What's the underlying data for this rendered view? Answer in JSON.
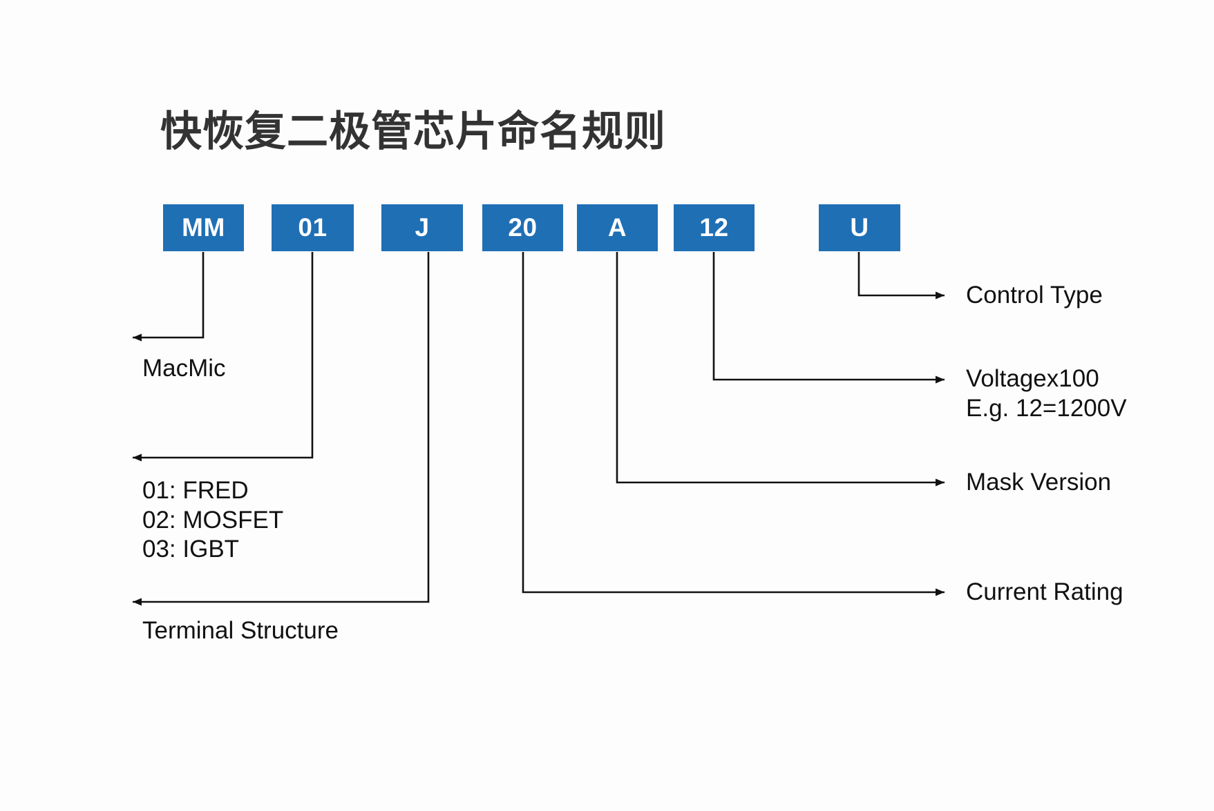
{
  "title": "快恢复二极管芯片命名规则",
  "colors": {
    "box_blue": "#1F6FB5",
    "box_text": "#FFFFFF",
    "line": "#111111",
    "title_text": "#333333",
    "background": "#FDFDFD"
  },
  "part_number": "MM01J20A12U",
  "code_boxes": [
    {
      "label": "MM",
      "name": "code-box-mm"
    },
    {
      "label": "01",
      "name": "code-box-01"
    },
    {
      "label": "J",
      "name": "code-box-j"
    },
    {
      "label": "20",
      "name": "code-box-20"
    },
    {
      "label": "A",
      "name": "code-box-a"
    },
    {
      "label": "12",
      "name": "code-box-12"
    },
    {
      "label": "U",
      "name": "code-box-u"
    }
  ],
  "annotations": {
    "left": [
      {
        "key": "macmic",
        "text": "MacMic",
        "source_box": "MM"
      },
      {
        "key": "type",
        "text": "01: FRED\n02: MOSFET\n03: IGBT",
        "source_box": "01"
      },
      {
        "key": "terminal",
        "text": "Terminal Structure",
        "source_box": "J"
      }
    ],
    "right": [
      {
        "key": "control",
        "text": "Control Type",
        "source_box": "U"
      },
      {
        "key": "voltage",
        "text": "Voltagex100\nE.g. 12=1200V",
        "source_box": "12"
      },
      {
        "key": "mask",
        "text": "Mask Version",
        "source_box": "A"
      },
      {
        "key": "current",
        "text": "Current Rating",
        "source_box": "20"
      }
    ]
  }
}
